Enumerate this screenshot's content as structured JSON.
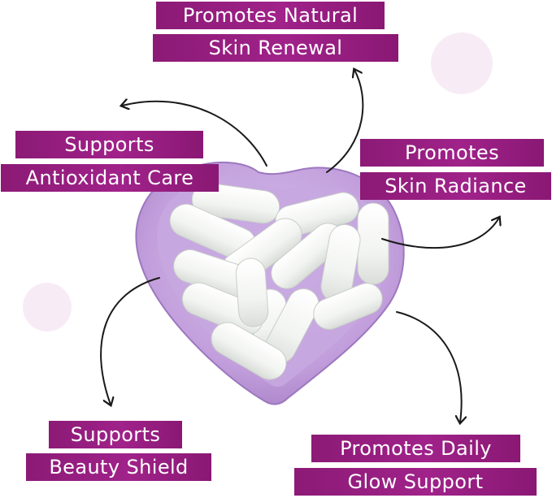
{
  "callouts": {
    "top_center": {
      "line1": "Promotes Natural",
      "line2": "Skin Renewal"
    },
    "left_upper": {
      "line1": "Supports",
      "line2": "Antioxidant Care"
    },
    "right_upper": {
      "line1": "Promotes",
      "line2": "Skin Radiance"
    },
    "bottom_left": {
      "line1": "Supports",
      "line2": "Beauty Shield"
    },
    "bottom_right": {
      "line1": "Promotes Daily",
      "line2": "Glow Support"
    }
  },
  "colors": {
    "label_bg": "#93207d",
    "dish": "#c9a6e0",
    "dish_rim": "#b690d3",
    "capsule": "#f6f8f5",
    "arrow": "#1a1a1a",
    "blob": "#f6eaf4"
  }
}
